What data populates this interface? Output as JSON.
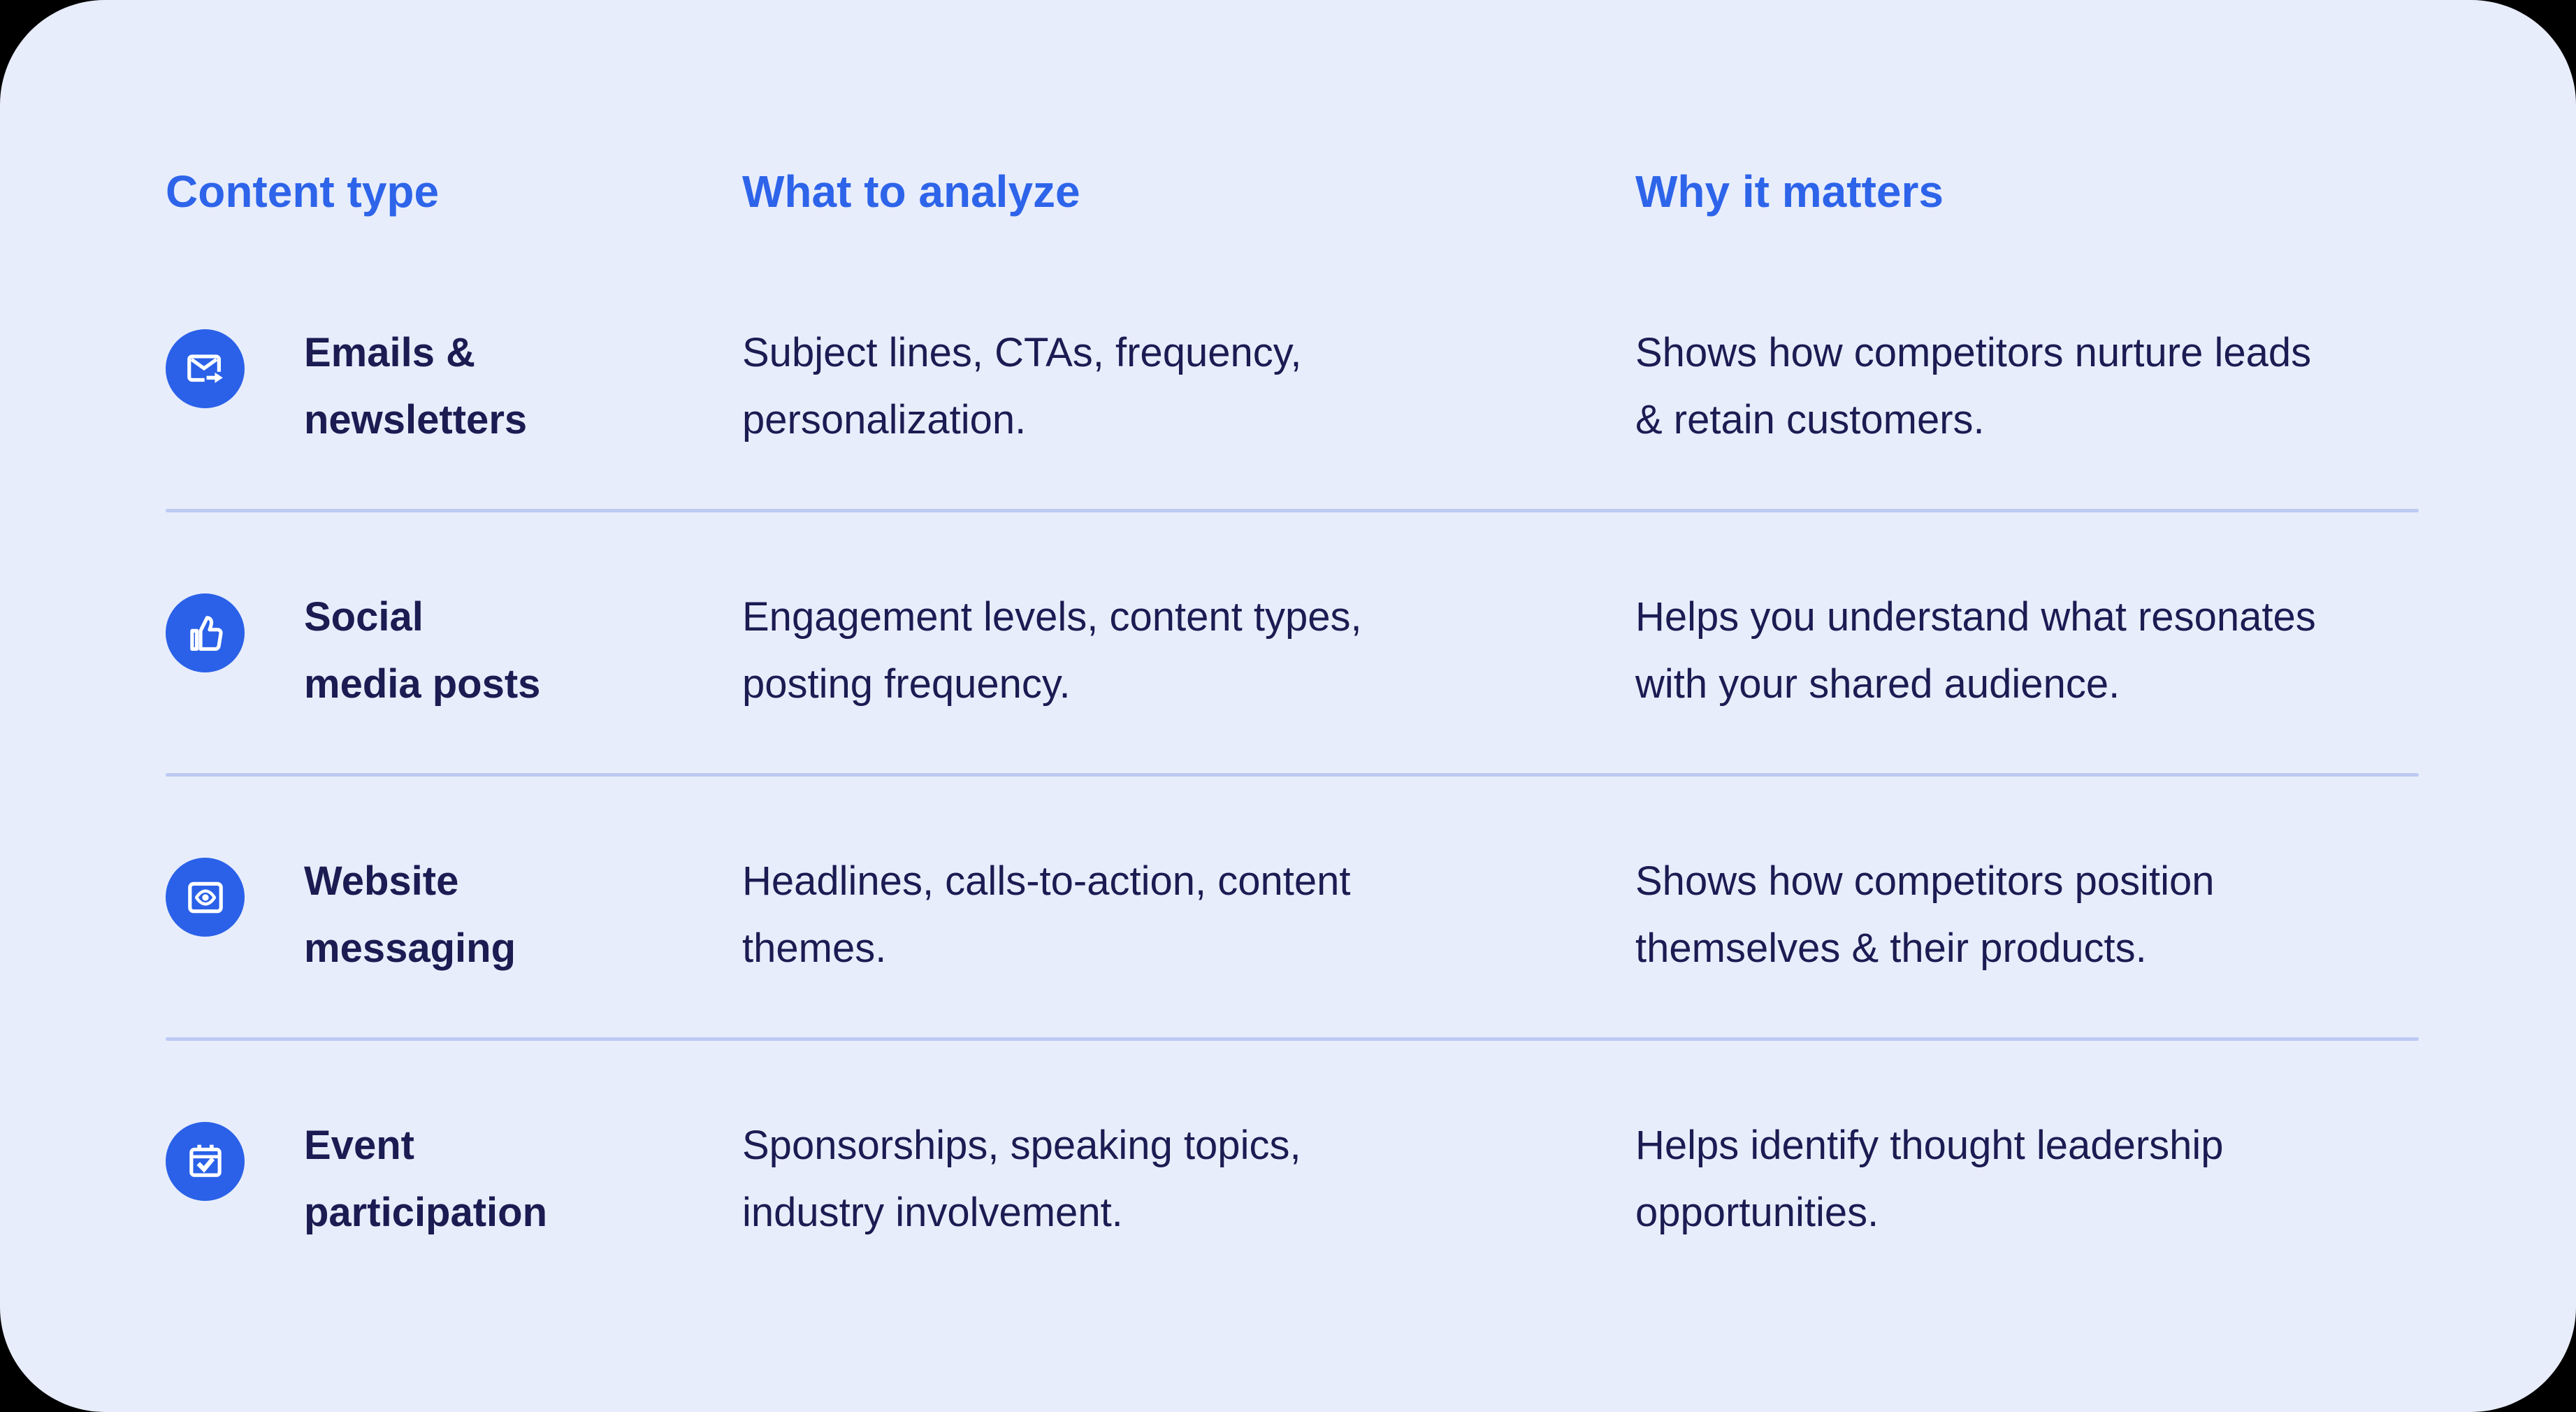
{
  "card": {
    "background_color": "#E8EDFC",
    "outside_color": "#000000",
    "accent_blue": "#2D64E9",
    "icon_circle_blue": "#2A61E8",
    "text_navy": "#1A1C52",
    "divider_color": "#BCCAF1"
  },
  "table": {
    "headers": [
      {
        "label": "Content type"
      },
      {
        "label": "What to analyze"
      },
      {
        "label": "Why it matters"
      }
    ],
    "rows": [
      {
        "icon": "email-forward-icon",
        "title_lines": [
          "Emails &",
          "newsletters"
        ],
        "analyze_lines": [
          "Subject lines, CTAs, frequency,",
          "personalization."
        ],
        "why_lines": [
          "Shows how competitors nurture leads",
          "& retain customers."
        ]
      },
      {
        "icon": "thumbs-up-icon",
        "title_lines": [
          "Social",
          "media posts"
        ],
        "analyze_lines": [
          "Engagement levels, content types,",
          "posting frequency."
        ],
        "why_lines": [
          "Helps you understand what resonates",
          "with your shared audience."
        ]
      },
      {
        "icon": "browser-eye-icon",
        "title_lines": [
          "Website",
          "messaging"
        ],
        "analyze_lines": [
          "Headlines, calls-to-action, content",
          "themes."
        ],
        "why_lines": [
          "Shows how competitors position",
          "themselves & their products."
        ]
      },
      {
        "icon": "calendar-check-icon",
        "title_lines": [
          "Event",
          "participation"
        ],
        "analyze_lines": [
          "Sponsorships, speaking topics,",
          "industry involvement."
        ],
        "why_lines": [
          "Helps identify thought leadership",
          "opportunities."
        ]
      }
    ]
  }
}
